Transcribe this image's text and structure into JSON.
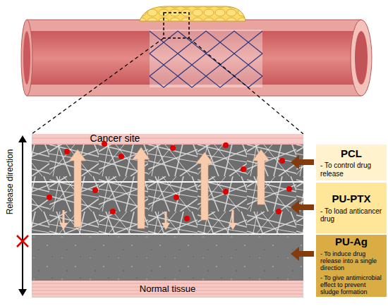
{
  "diagram": {
    "nodes": [
      {
        "text": [
          "Cancer site"
        ]
      },
      {
        "text": [
          "PCL",
          "- To control drug release"
        ]
      },
      {
        "text": [
          "PU-PTX",
          "- To load anticancer drug"
        ]
      },
      {
        "text": [
          "PU-Ag",
          "- To induce drug release into a single direction",
          "- To give antimicrobial effect to prevent sludge formation"
        ]
      },
      {
        "text": [
          "Normal tissue"
        ]
      }
    ],
    "labels": [
      "Release direction"
    ]
  }
}
